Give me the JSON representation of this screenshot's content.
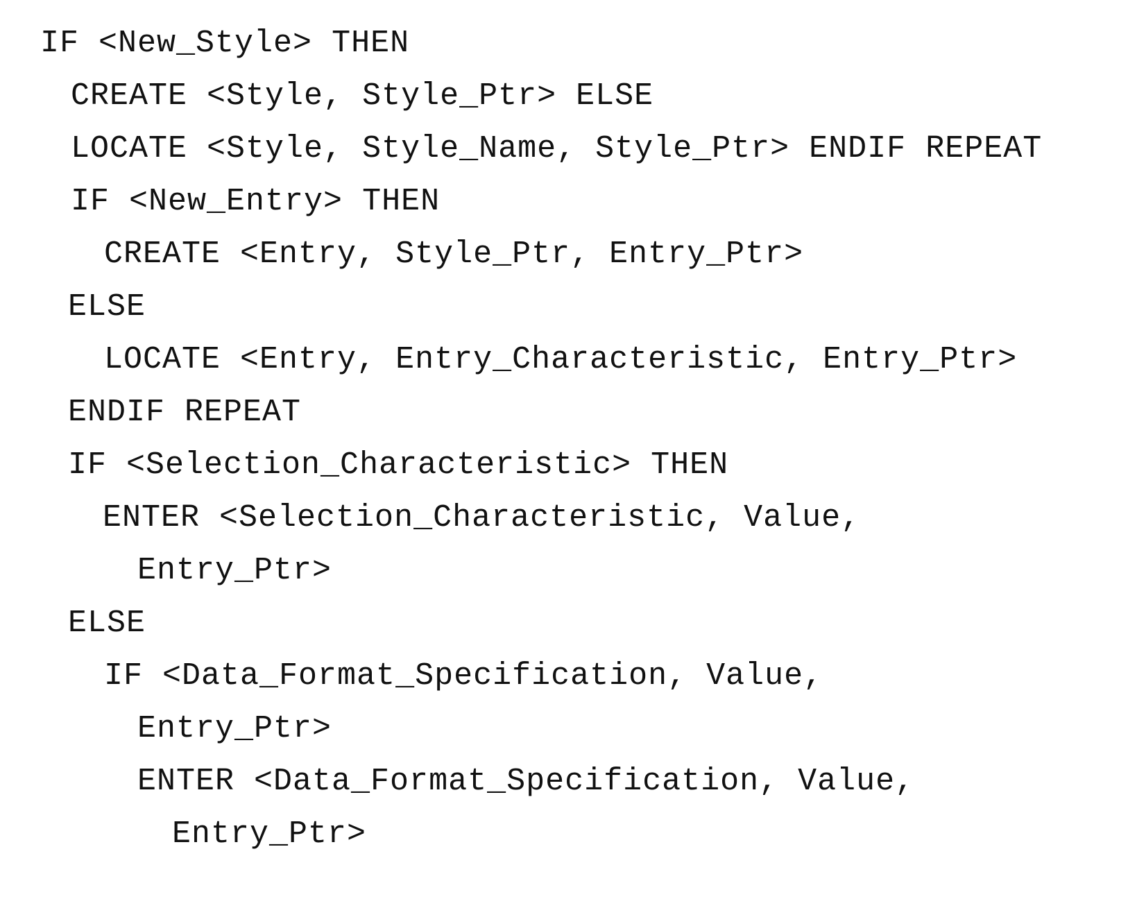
{
  "code": {
    "lines": [
      "IF <New_Style> THEN",
      "CREATE <Style, Style_Ptr> ELSE",
      "LOCATE <Style, Style_Name, Style_Ptr> ENDIF REPEAT",
      "IF <New_Entry> THEN",
      "CREATE <Entry, Style_Ptr, Entry_Ptr>",
      "ELSE",
      "LOCATE <Entry, Entry_Characteristic, Entry_Ptr>",
      "ENDIF REPEAT",
      "IF <Selection_Characteristic> THEN",
      "ENTER <Selection_Characteristic, Value,",
      "Entry_Ptr>",
      "ELSE",
      "IF <Data_Format_Specification, Value,",
      "Entry_Ptr>",
      "ENTER <Data_Format_Specification, Value,",
      "Entry_Ptr>"
    ]
  }
}
